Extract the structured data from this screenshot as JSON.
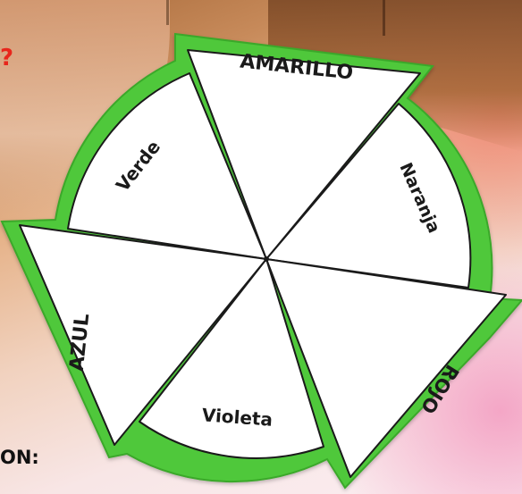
{
  "fragments": {
    "question_mark": "?",
    "bottom_label": "ON:"
  },
  "wheel": {
    "title": "",
    "rim_color": "#4fc83a",
    "segments": [
      {
        "label": "AMARILLO",
        "color": "#ffffff"
      },
      {
        "label": "Naranja",
        "color": "#ffffff"
      },
      {
        "label": "ROJO",
        "color": "#ffffff"
      },
      {
        "label": "Violeta",
        "color": "#ffffff"
      },
      {
        "label": "AZUL",
        "color": "#ffffff"
      },
      {
        "label": "Verde",
        "color": "#ffffff"
      }
    ]
  }
}
